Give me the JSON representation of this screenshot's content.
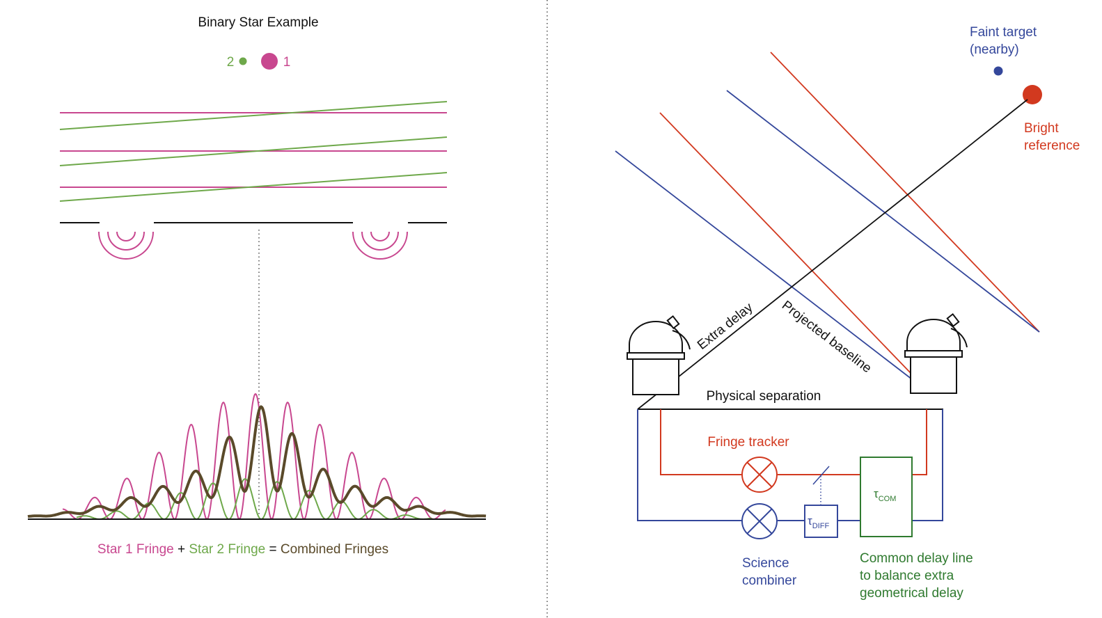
{
  "colors": {
    "magenta": "#c8478f",
    "green": "#6ea84a",
    "combined": "#5a4a2a",
    "red": "#d2391f",
    "blue": "#34479b",
    "dark_green": "#2f7a2f",
    "black": "#111111"
  },
  "left": {
    "title": "Binary Star Example",
    "star2_label": "2",
    "star1_label": "1",
    "legend": {
      "star1": "Star 1 Fringe",
      "plus": " + ",
      "star2": "Star 2 Fringe",
      "equals": " = ",
      "combined": "Combined Fringes"
    }
  },
  "right": {
    "faint_target_line1": "Faint target",
    "faint_target_line2": "(nearby)",
    "bright_ref_line1": "Bright",
    "bright_ref_line2": "reference",
    "extra_delay": "Extra delay",
    "projected_baseline": "Projected baseline",
    "physical_separation": "Physical separation",
    "fringe_tracker": "Fringe tracker",
    "tau_symbol": "τ",
    "tau_diff_sub": "DIFF",
    "tau_com_sub": "COM",
    "science_combiner_line1": "Science",
    "science_combiner_line2": "combiner",
    "common_delay_line1": "Common delay line",
    "common_delay_line2": "to balance extra",
    "common_delay_line3": "geometrical delay"
  }
}
